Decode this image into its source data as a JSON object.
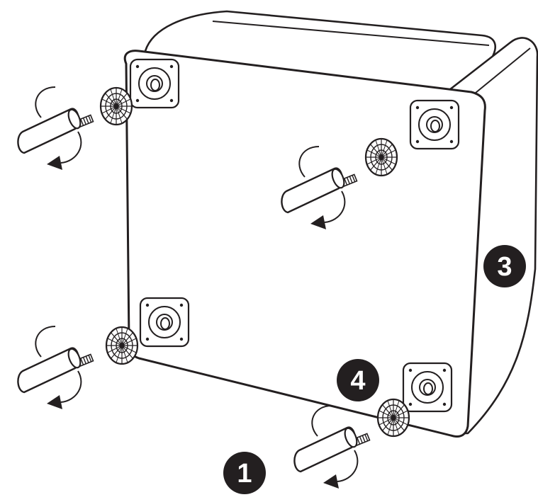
{
  "diagram": {
    "callouts": [
      {
        "id": "callout-1",
        "label": "1"
      },
      {
        "id": "callout-3",
        "label": "3"
      },
      {
        "id": "callout-4",
        "label": "4"
      }
    ],
    "colors": {
      "line": "#231f20",
      "fill": "#ffffff",
      "badge": "#231f20",
      "badge_text": "#ffffff"
    },
    "icons": [
      "screw-in-leg-icon",
      "rotation-arrow-icon",
      "mounting-plate-icon",
      "mesh-washer-icon"
    ]
  }
}
